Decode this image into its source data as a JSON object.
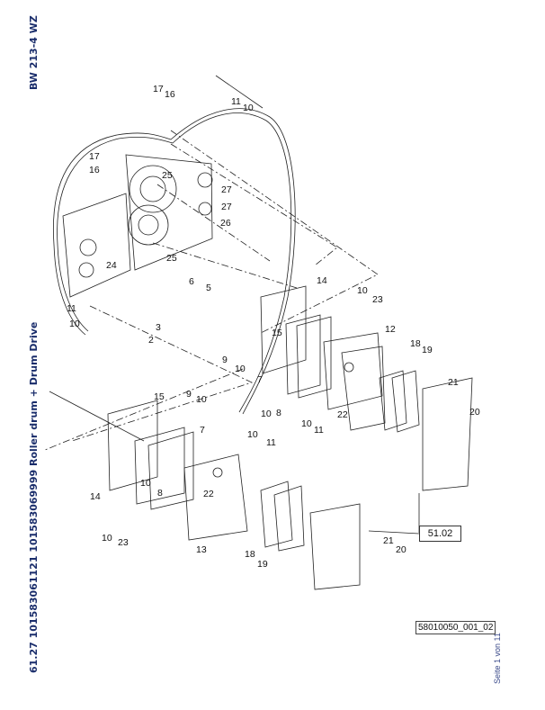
{
  "header": {
    "model": "BW 213-4 WZ",
    "section": "61.27 101583061121 101583069999 Roller drum + Drum Drive"
  },
  "footer": {
    "page_indicator": "Seite 1 von 11",
    "image_id": "58010050_001_02"
  },
  "drawing": {
    "type": "exploded-parts-diagram",
    "reference_box": "51.02",
    "callouts": [
      {
        "id": "c17a",
        "label": "17"
      },
      {
        "id": "c16a",
        "label": "16"
      },
      {
        "id": "c11a",
        "label": "11"
      },
      {
        "id": "c10a",
        "label": "10"
      },
      {
        "id": "c17b",
        "label": "17"
      },
      {
        "id": "c16b",
        "label": "16"
      },
      {
        "id": "c25a",
        "label": "25"
      },
      {
        "id": "c27a",
        "label": "27"
      },
      {
        "id": "c27b",
        "label": "27"
      },
      {
        "id": "c26",
        "label": "26"
      },
      {
        "id": "c25b",
        "label": "25"
      },
      {
        "id": "c24",
        "label": "24"
      },
      {
        "id": "c6",
        "label": "6"
      },
      {
        "id": "c5",
        "label": "5"
      },
      {
        "id": "c11b",
        "label": "11"
      },
      {
        "id": "c10b",
        "label": "10"
      },
      {
        "id": "c3",
        "label": "3"
      },
      {
        "id": "c2",
        "label": "2"
      },
      {
        "id": "c14a",
        "label": "14"
      },
      {
        "id": "c10c",
        "label": "10"
      },
      {
        "id": "c23a",
        "label": "23"
      },
      {
        "id": "c15a",
        "label": "15"
      },
      {
        "id": "c12",
        "label": "12"
      },
      {
        "id": "c9a",
        "label": "9"
      },
      {
        "id": "c10d",
        "label": "10"
      },
      {
        "id": "c18a",
        "label": "18"
      },
      {
        "id": "c19a",
        "label": "19"
      },
      {
        "id": "c7a",
        "label": "7"
      },
      {
        "id": "c21a",
        "label": "21"
      },
      {
        "id": "c20a",
        "label": "20"
      },
      {
        "id": "c10e",
        "label": "10"
      },
      {
        "id": "c8a",
        "label": "8"
      },
      {
        "id": "c10f",
        "label": "10"
      },
      {
        "id": "c11c",
        "label": "11"
      },
      {
        "id": "c22a",
        "label": "22"
      },
      {
        "id": "c15b",
        "label": "15"
      },
      {
        "id": "c9b",
        "label": "9"
      },
      {
        "id": "c10g",
        "label": "10"
      },
      {
        "id": "c7b",
        "label": "7"
      },
      {
        "id": "c10h",
        "label": "10"
      },
      {
        "id": "c11d",
        "label": "11"
      },
      {
        "id": "c14b",
        "label": "14"
      },
      {
        "id": "c10i",
        "label": "10"
      },
      {
        "id": "c8b",
        "label": "8"
      },
      {
        "id": "c22b",
        "label": "22"
      },
      {
        "id": "c10j",
        "label": "10"
      },
      {
        "id": "c23b",
        "label": "23"
      },
      {
        "id": "c13",
        "label": "13"
      },
      {
        "id": "c18b",
        "label": "18"
      },
      {
        "id": "c19b",
        "label": "19"
      },
      {
        "id": "c21b",
        "label": "21"
      },
      {
        "id": "c20b",
        "label": "20"
      }
    ]
  }
}
